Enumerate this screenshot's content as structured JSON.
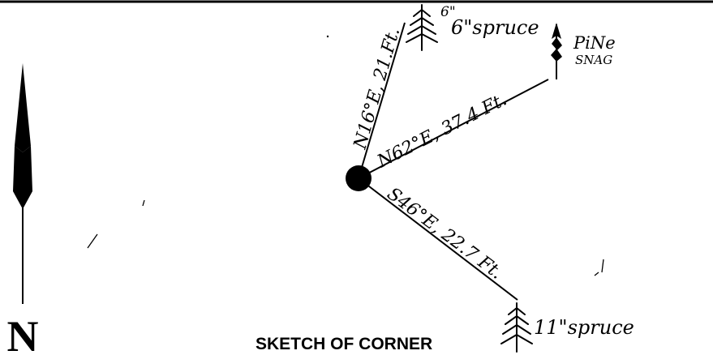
{
  "north_arrow": {
    "letter": "N"
  },
  "caption": "SKETCH OF CORNER",
  "corner": {
    "marker": "corner-point"
  },
  "bearing_lines": [
    {
      "id": "line-6-spruce",
      "bearing_label": "N16°E, 21.Ft.",
      "tree_label": "6\"spruce",
      "tree_icon": "spruce-tree-icon"
    },
    {
      "id": "line-pine-snag",
      "bearing_label": "N62°E, 37.4 Ft.",
      "tree_label_line1": "PiNe",
      "tree_label_line2": "SNAG",
      "tree_icon": "pine-snag-icon"
    },
    {
      "id": "line-11-spruce",
      "bearing_label": "S46°E, 22.7 Ft.",
      "tree_label": "11\"spruce",
      "tree_icon": "spruce-tree-icon"
    }
  ]
}
